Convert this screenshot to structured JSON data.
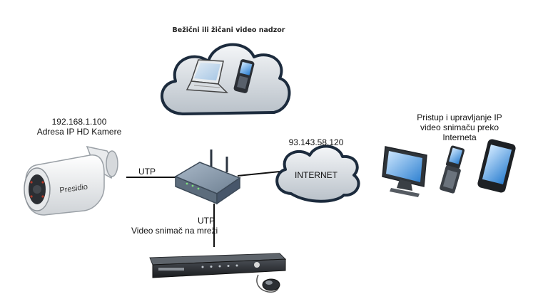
{
  "diagram": {
    "title": "Bežični ili žičani video nadzor",
    "camera": {
      "ip": "192.168.1.100",
      "label": "Adresa IP HD Kamere",
      "brand": "Presidio"
    },
    "links": {
      "camera_router": "UTP",
      "router_recorder": "UTP",
      "recorder_label": "Video snimač na mreži"
    },
    "internet": {
      "ip": "93.143.58.120",
      "label": "INTERNET"
    },
    "remote_access": {
      "lines": [
        "Pristup i upravljanje IP",
        "video snimaču preko",
        "Interneta"
      ]
    }
  }
}
